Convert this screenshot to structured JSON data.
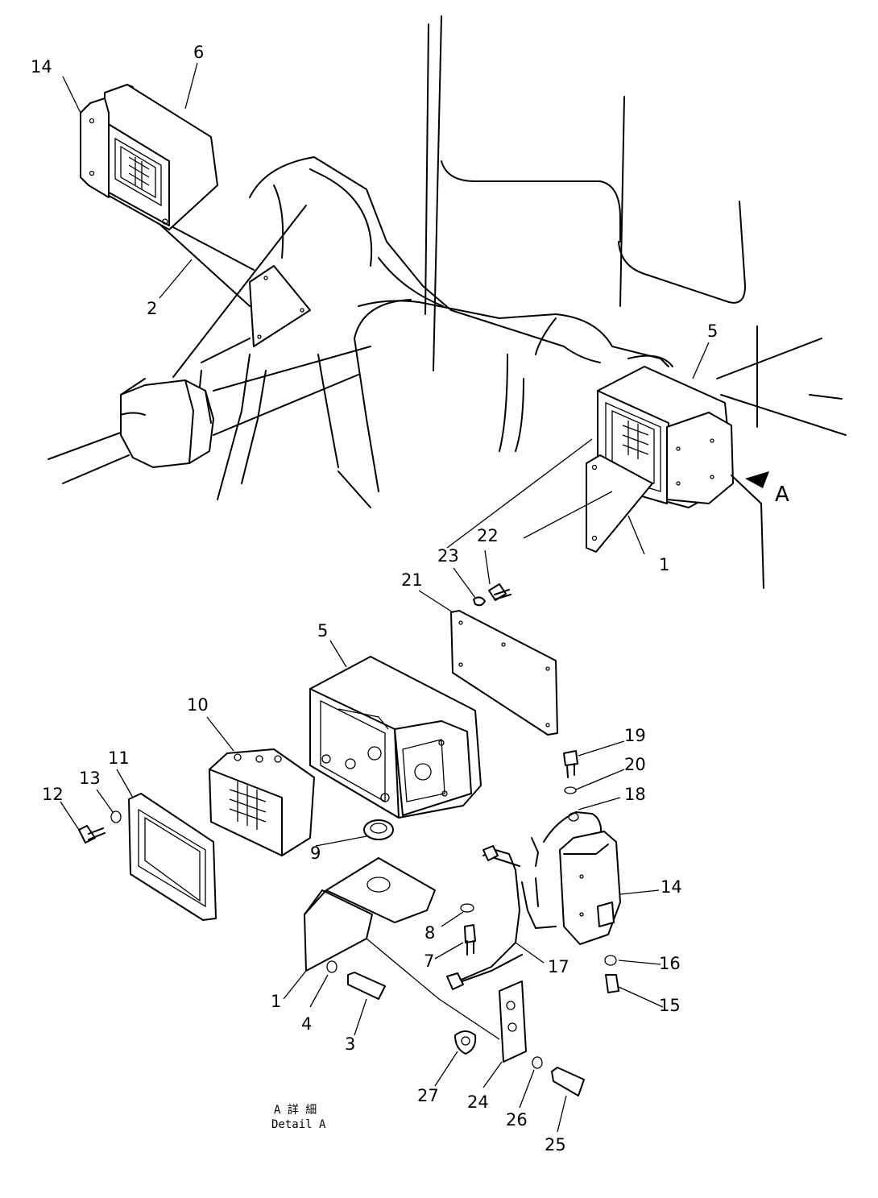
{
  "callouts": {
    "c14a": "14",
    "c6": "6",
    "c2": "2",
    "c5a": "5",
    "cA": "A",
    "c1a": "1",
    "c22": "22",
    "c23": "23",
    "c21": "21",
    "c5b": "5",
    "c10": "10",
    "c11": "11",
    "c13": "13",
    "c12": "12",
    "c9": "9",
    "c19": "19",
    "c20": "20",
    "c18": "18",
    "c14b": "14",
    "c8": "8",
    "c7": "7",
    "c17": "17",
    "c16": "16",
    "c15": "15",
    "c1b": "1",
    "c4": "4",
    "c3": "3",
    "c27": "27",
    "c24": "24",
    "c26": "26",
    "c25": "25"
  },
  "caption": {
    "line1": "A 詳 細",
    "line2": "Detail A"
  }
}
